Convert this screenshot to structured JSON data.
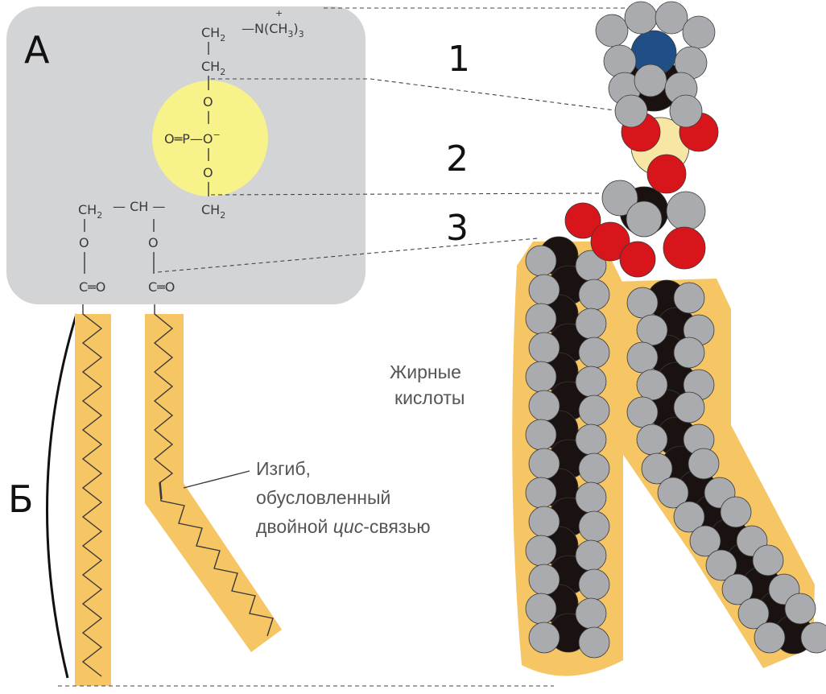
{
  "panel_labels": {
    "a": "А",
    "b": "Б"
  },
  "region_numbers": [
    "1",
    "2",
    "3"
  ],
  "formula": {
    "ch2_top": "CH",
    "n_group": "—N(CH",
    "n_sub": "3",
    "n_close": ")",
    "n_close_sub": "3",
    "charge_plus": "+",
    "ch2_second": "CH",
    "sub_2": "2",
    "o_top": "O",
    "phosphate": "O═P—O",
    "phosphate_charge": "−",
    "o_bottom": "O",
    "glycerol_ch2_left": "CH",
    "glycerol_ch": "— CH —",
    "glycerol_ch2_right": "CH",
    "o_ester_left": "O",
    "o_ester_right": "O",
    "carbonyl_left": "C═O",
    "carbonyl_right": "C═O"
  },
  "annotations": {
    "fatty_acids_line1": "Жирные",
    "fatty_acids_line2": "кислоты",
    "kink_line1": "Изгиб,",
    "kink_line2": "обусловленный",
    "kink_line3_a": "двойной ",
    "kink_line3_italic": "цис",
    "kink_line3_b": "-связью"
  },
  "colors": {
    "panel_gray": "#d3d4d6",
    "phosphate_yellow": "#f7f28a",
    "tail_orange": "#f6c564",
    "carbon_black": "#1a1210",
    "hydrogen_gray": "#a9abaf",
    "oxygen_red": "#d8151b",
    "nitrogen_blue": "#1f4f86",
    "phosphorus_pale": "#f8e7a4"
  }
}
